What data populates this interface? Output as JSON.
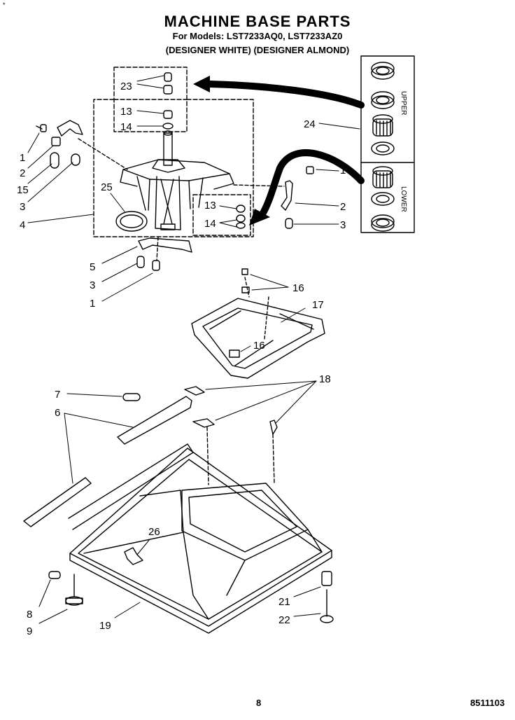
{
  "header": {
    "title": "MACHINE BASE PARTS",
    "models": "For Models: LST7233AQ0, LST7233AZ0",
    "colors": "(DESIGNER WHITE) (DESIGNER ALMOND)"
  },
  "inset": {
    "upper_label": "UPPER",
    "lower_label": "LOWER"
  },
  "callouts": [
    {
      "id": "c23",
      "text": "23"
    },
    {
      "id": "c13a",
      "text": "13"
    },
    {
      "id": "c14a",
      "text": "14"
    },
    {
      "id": "c1a",
      "text": "1"
    },
    {
      "id": "c2a",
      "text": "2"
    },
    {
      "id": "c15",
      "text": "15"
    },
    {
      "id": "c3a",
      "text": "3"
    },
    {
      "id": "c25",
      "text": "25"
    },
    {
      "id": "c4",
      "text": "4"
    },
    {
      "id": "c24",
      "text": "24"
    },
    {
      "id": "c1b",
      "text": "1"
    },
    {
      "id": "c2b",
      "text": "2"
    },
    {
      "id": "c3b",
      "text": "3"
    },
    {
      "id": "c13b",
      "text": "13"
    },
    {
      "id": "c14b",
      "text": "14"
    },
    {
      "id": "c5",
      "text": "5"
    },
    {
      "id": "c3c",
      "text": "3"
    },
    {
      "id": "c1c",
      "text": "1"
    },
    {
      "id": "c16a",
      "text": "16"
    },
    {
      "id": "c17",
      "text": "17"
    },
    {
      "id": "c16b",
      "text": "16"
    },
    {
      "id": "c7",
      "text": "7"
    },
    {
      "id": "c18",
      "text": "18"
    },
    {
      "id": "c6",
      "text": "6"
    },
    {
      "id": "c26",
      "text": "26"
    },
    {
      "id": "c8",
      "text": "8"
    },
    {
      "id": "c9",
      "text": "9"
    },
    {
      "id": "c19",
      "text": "19"
    },
    {
      "id": "c21",
      "text": "21"
    },
    {
      "id": "c22",
      "text": "22"
    }
  ],
  "footer": {
    "page_number": "8",
    "part_number": "8511103"
  },
  "colors": {
    "ink": "#000000",
    "paper": "#ffffff"
  }
}
